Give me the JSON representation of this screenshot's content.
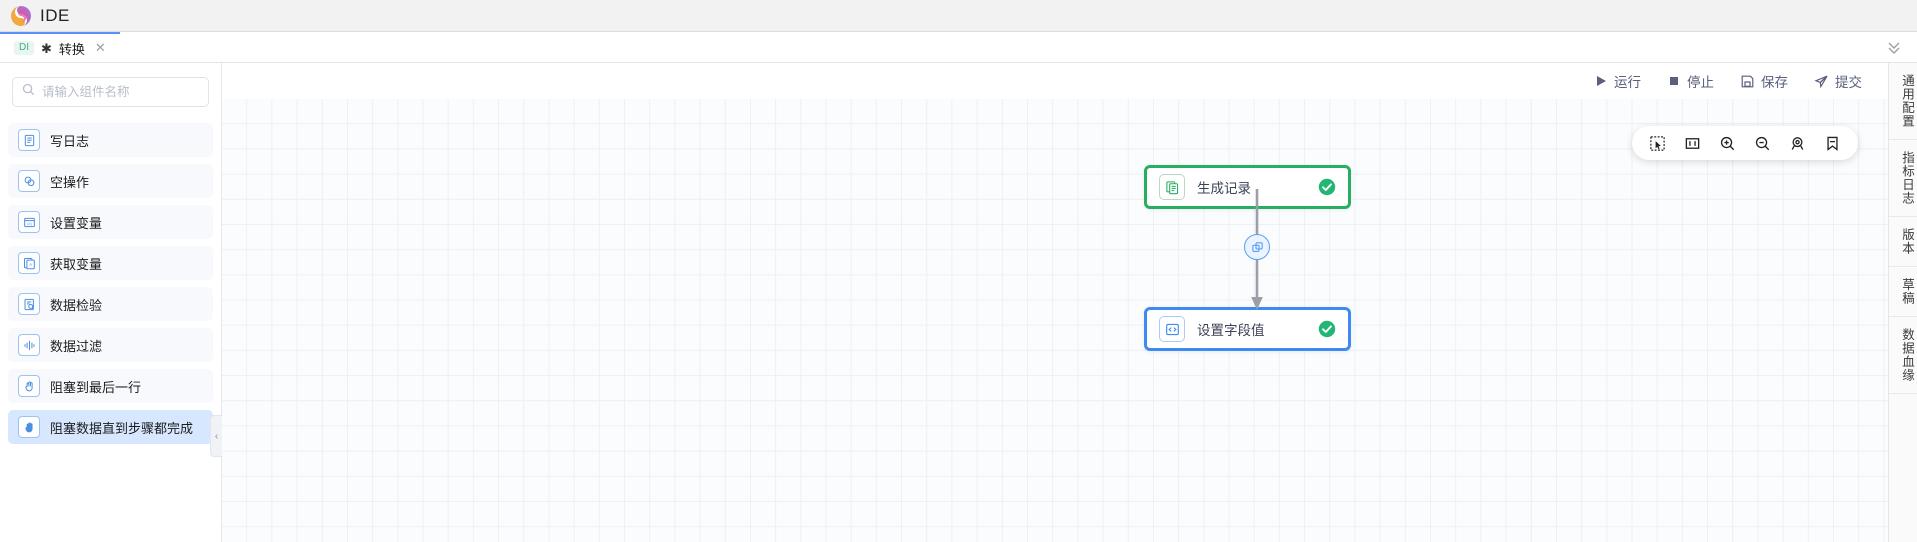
{
  "titlebar": {
    "app_name": "IDE",
    "logo_icon": "swirl-logo-icon"
  },
  "tab": {
    "badge": "DI",
    "dirty_marker": "✱",
    "label": "转换",
    "close_icon": "close-icon",
    "collapse_icon": "chevron-double-down-icon"
  },
  "sidebar": {
    "search": {
      "placeholder": "请输入组件名称",
      "value": "",
      "icon": "search-icon"
    },
    "items": [
      {
        "label": "写日志",
        "icon": "document-lines-icon",
        "selected": false
      },
      {
        "label": "空操作",
        "icon": "overlap-circles-icon",
        "selected": false
      },
      {
        "label": "设置变量",
        "icon": "variable-box-icon",
        "selected": false
      },
      {
        "label": "获取变量",
        "icon": "document-a-icon",
        "selected": false
      },
      {
        "label": "数据检验",
        "icon": "document-search-icon",
        "selected": false
      },
      {
        "label": "数据过滤",
        "icon": "filter-wave-icon",
        "selected": false
      },
      {
        "label": "阻塞到最后一行",
        "icon": "hand-outline-icon",
        "selected": false
      },
      {
        "label": "阻塞数据直到步骤都完成",
        "icon": "hand-filled-icon",
        "selected": true
      }
    ],
    "collapse_handle_icon": "chevron-left-icon"
  },
  "actionbar": {
    "buttons": [
      {
        "label": "运行",
        "icon": "play-icon"
      },
      {
        "label": "停止",
        "icon": "stop-square-icon"
      },
      {
        "label": "保存",
        "icon": "save-floppy-icon"
      },
      {
        "label": "提交",
        "icon": "send-plane-icon"
      }
    ]
  },
  "canvas_toolbar": {
    "buttons": [
      {
        "icon": "marquee-select-icon"
      },
      {
        "icon": "fit-view-icon"
      },
      {
        "icon": "zoom-in-icon"
      },
      {
        "icon": "zoom-out-icon"
      },
      {
        "icon": "locate-pin-icon"
      },
      {
        "icon": "bookmark-minus-icon"
      }
    ]
  },
  "flow": {
    "nodes": [
      {
        "label": "生成记录",
        "icon": "copy-document-icon",
        "status": "success",
        "color": "#27ae60"
      },
      {
        "label": "设置字段值",
        "icon": "code-brackets-icon",
        "status": "success",
        "color": "#3d8bf2"
      }
    ],
    "edge": {
      "midpoint_icon": "copy-squares-icon",
      "arrow_icon": "arrow-down-icon"
    }
  },
  "rightrail": {
    "items": [
      {
        "label": "通用配置"
      },
      {
        "label": "指标日志"
      },
      {
        "label": "版本"
      },
      {
        "label": "草稿"
      },
      {
        "label": "数据血缘"
      }
    ]
  },
  "colors": {
    "accent_blue": "#3d8bf2",
    "success_green": "#27ae60",
    "tab_active": "#5b8ff9",
    "selected_item": "#d6e7ff"
  }
}
